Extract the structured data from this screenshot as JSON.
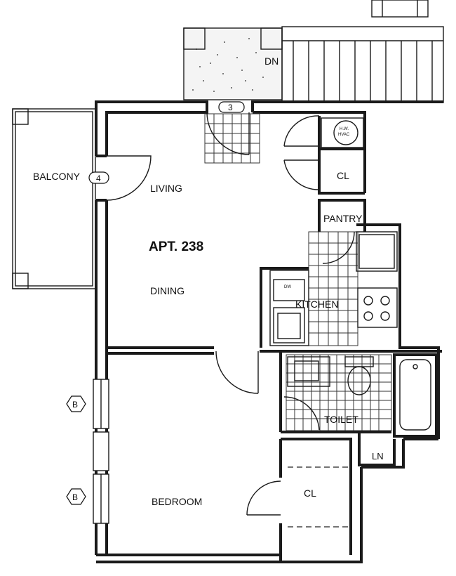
{
  "plan": {
    "apt_label": "APT. 238",
    "rooms": {
      "balcony": "BALCONY",
      "living": "LIVING",
      "dining": "DINING",
      "kitchen": "KITCHEN",
      "pantry": "PANTRY",
      "closet_top": "CL",
      "closet_bottom": "CL",
      "toilet": "TOILET",
      "linen": "LN",
      "bedroom": "BEDROOM"
    },
    "stair_label": "DN",
    "hvac_label_1": "H.W.",
    "hvac_label_2": "HVAC",
    "dw_label": "DW",
    "tags": {
      "entry_tag": "3",
      "balcony_tag": "4",
      "window_tag_1": "B",
      "window_tag_2": "B"
    }
  }
}
